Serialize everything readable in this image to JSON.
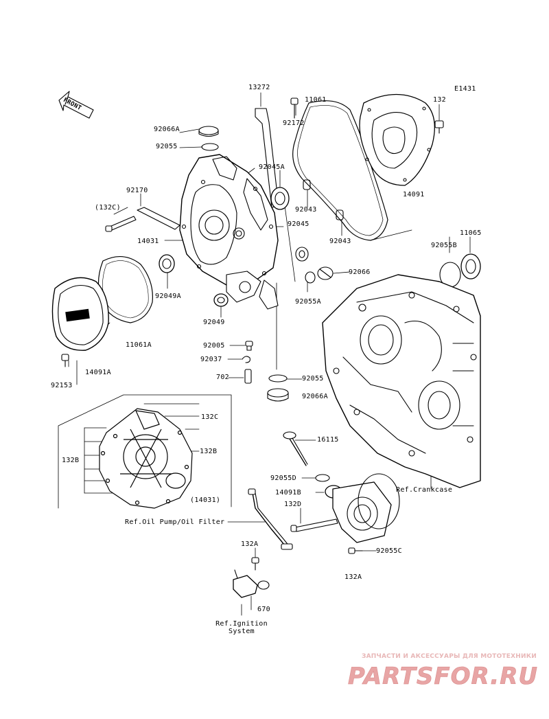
{
  "diagram": {
    "code": "E1431",
    "front_label": "FRONT",
    "part_labels": [
      {
        "id": "p-13272",
        "text": "13272"
      },
      {
        "id": "p-11061",
        "text": "11061"
      },
      {
        "id": "p-132-top",
        "text": "132"
      },
      {
        "id": "p-92066a-top",
        "text": "92066A"
      },
      {
        "id": "p-92172",
        "text": "92172"
      },
      {
        "id": "p-92055-top",
        "text": "92055"
      },
      {
        "id": "p-92045a",
        "text": "92045A"
      },
      {
        "id": "p-14091",
        "text": "14091"
      },
      {
        "id": "p-92170",
        "text": "92170"
      },
      {
        "id": "p-92043-a",
        "text": "92043"
      },
      {
        "id": "p-132c-paren",
        "text": "(132C)"
      },
      {
        "id": "p-92045",
        "text": "92045"
      },
      {
        "id": "p-11065",
        "text": "11065"
      },
      {
        "id": "p-14031",
        "text": "14031"
      },
      {
        "id": "p-92043-b",
        "text": "92043"
      },
      {
        "id": "p-92055b",
        "text": "92055B"
      },
      {
        "id": "p-92066",
        "text": "92066"
      },
      {
        "id": "p-92049a",
        "text": "92049A"
      },
      {
        "id": "p-92055a",
        "text": "92055A"
      },
      {
        "id": "p-92049",
        "text": "92049"
      },
      {
        "id": "p-11061a",
        "text": "11061A"
      },
      {
        "id": "p-92005",
        "text": "92005"
      },
      {
        "id": "p-92037",
        "text": "92037"
      },
      {
        "id": "p-14091a",
        "text": "14091A"
      },
      {
        "id": "p-92153",
        "text": "92153"
      },
      {
        "id": "p-702",
        "text": "702"
      },
      {
        "id": "p-92055-mid",
        "text": "92055"
      },
      {
        "id": "p-92066a-mid",
        "text": "92066A"
      },
      {
        "id": "p-132c",
        "text": "132C"
      },
      {
        "id": "p-132b-right",
        "text": "132B"
      },
      {
        "id": "p-132b-left",
        "text": "132B"
      },
      {
        "id": "p-16115",
        "text": "16115"
      },
      {
        "id": "p-92055d",
        "text": "92055D"
      },
      {
        "id": "p-14091b",
        "text": "14091B"
      },
      {
        "id": "p-ref-crankcase",
        "text": "Ref.Crankcase"
      },
      {
        "id": "p-14031-paren",
        "text": "(14031)"
      },
      {
        "id": "p-132d",
        "text": "132D"
      },
      {
        "id": "p-ref-oilpump",
        "text": "Ref.Oil Pump/Oil Filter"
      },
      {
        "id": "p-132a-a",
        "text": "132A"
      },
      {
        "id": "p-92055c",
        "text": "92055C"
      },
      {
        "id": "p-132a-b",
        "text": "132A"
      },
      {
        "id": "p-670",
        "text": "670"
      },
      {
        "id": "p-ref-ignition-1",
        "text": "Ref.Ignition"
      },
      {
        "id": "p-ref-ignition-2",
        "text": "System"
      }
    ]
  },
  "watermark": {
    "line1": "ЗАПЧАСТИ И АКСЕССУАРЫ ДЛЯ МОТОТЕХНИКИ",
    "logo": "PARTSFOR.RU",
    "color": "#e29a9a"
  }
}
